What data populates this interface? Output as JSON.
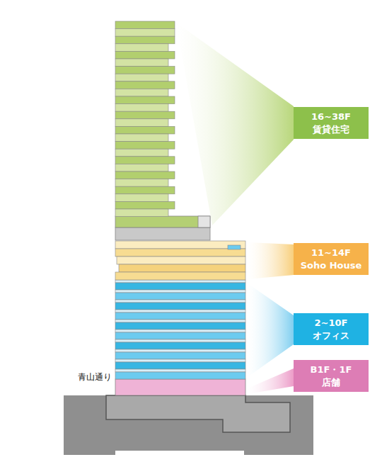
{
  "diagram": {
    "nodes": [
      {
        "text": [
          "16~38F",
          "賃貸住宅"
        ]
      },
      {
        "text": [
          "11~14F",
          "Soho House"
        ]
      },
      {
        "text": [
          "2~10F",
          "オフィス"
        ]
      },
      {
        "text": [
          "B1F・1F",
          "店舗"
        ]
      }
    ],
    "labels": [
      "青山通り"
    ]
  }
}
